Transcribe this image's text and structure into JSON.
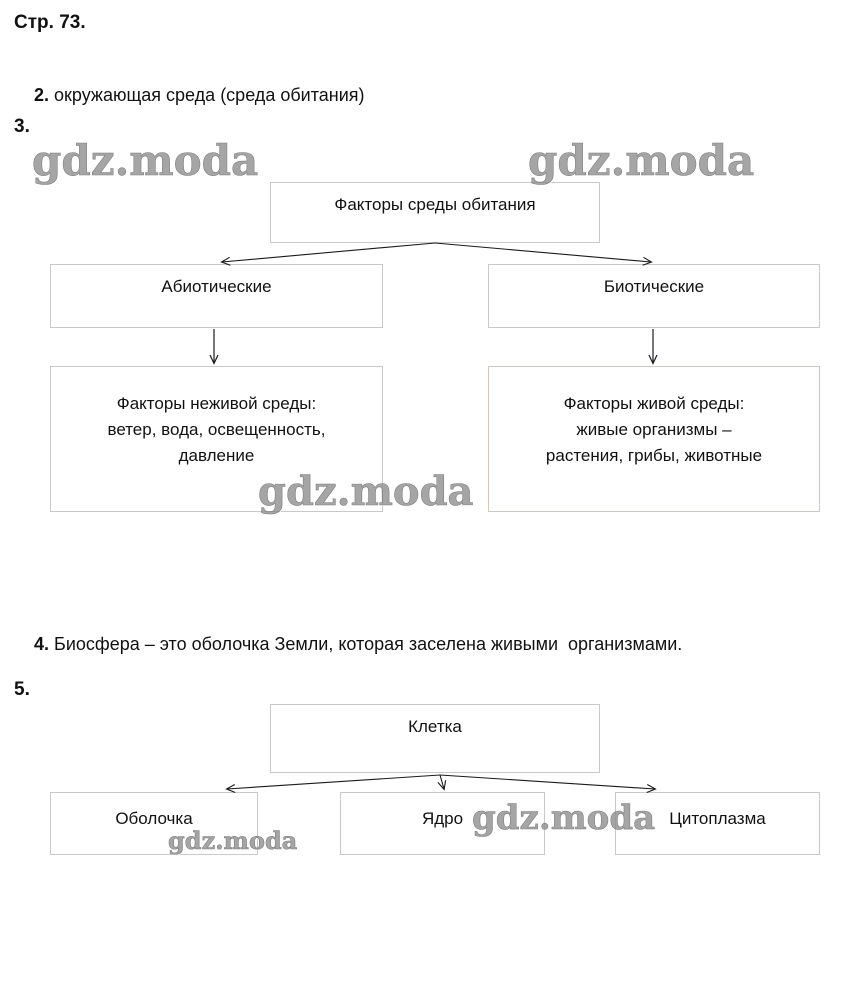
{
  "document": {
    "page_label": "Стр. 73.",
    "background_color": "#ffffff",
    "text_color": "#111111",
    "box_border_color": "#c9c9c9"
  },
  "items": {
    "item2": {
      "number": "2.",
      "text": " окружающая среда (среда обитания)"
    },
    "item3": {
      "number": "3."
    },
    "item4": {
      "number": "4.",
      "text": " Биосфера – это оболочка Земли, которая заселена живыми  организмами."
    },
    "item5": {
      "number": "5."
    }
  },
  "diagram_habitat": {
    "root": "Факторы среды обитания",
    "branch_left": "Абиотические",
    "branch_right": "Биотические",
    "detail_left": "Факторы неживой среды:\nветер, вода, освещенность,\nдавление",
    "detail_right": "Факторы живой среды:\nживые организмы –\nрастения, грибы, животные"
  },
  "diagram_cell": {
    "root": "Клетка",
    "children": [
      "Оболочка",
      "Ядро",
      "Цитоплазма"
    ]
  },
  "watermarks": {
    "text": "gdz.moda",
    "color": "#8d8d8d",
    "instances": [
      "top-left",
      "top-right",
      "mid-center",
      "bottom-center",
      "bottom-left"
    ]
  }
}
